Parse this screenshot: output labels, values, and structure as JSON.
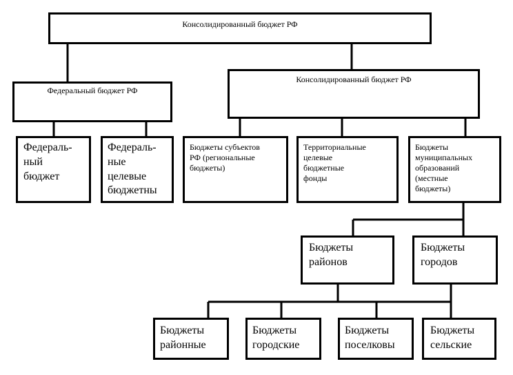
{
  "nodes": {
    "root": "Консолидированный бюджет РФ",
    "federal": "Федеральный бюджет РФ",
    "consolidated_regional": "Консолидированный бюджет РФ",
    "federal_budget": "Федераль-\nный\nбюджет",
    "federal_target_budgets": "Федераль-\nные\nцелевые\nбюджетны",
    "regional_budgets": "Бюджеты субъектов\nРФ (региональные\nбюджеты)",
    "territorial_funds": "Территориальные\nцелевые\nбюджетные\nфонды",
    "municipal_budgets": "Бюджеты\nмуниципальных\nобразований\n(местные\nбюджеты)",
    "district_budgets": "Бюджеты\nрайонов",
    "city_budgets": "Бюджеты\nгородов",
    "raion_budgets": "Бюджеты\nрайонные",
    "urban_budgets": "Бюджеты\nгородские",
    "settlement_budgets": "Бюджеты\nпоселковы",
    "rural_budgets": "Бюджеты\nсельские"
  }
}
